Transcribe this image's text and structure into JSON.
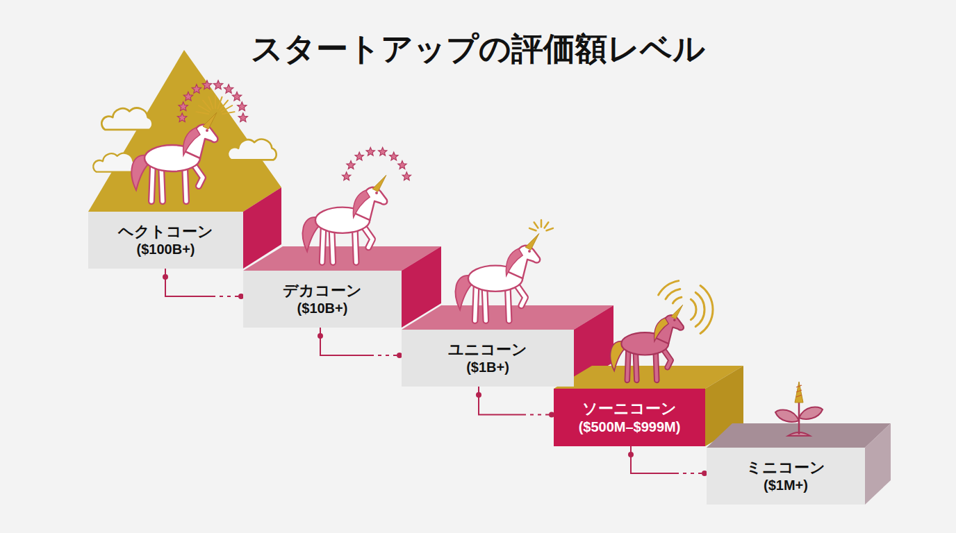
{
  "diagram": {
    "title": "スタートアップの評価額レベル",
    "nodes": [
      {
        "text": [
          "ヘクトコーン",
          "($100B+)"
        ]
      },
      {
        "text": [
          "デカコーン",
          "($10B+)"
        ]
      },
      {
        "text": [
          "ユニコーン",
          "($1B+)"
        ]
      },
      {
        "text": [
          "ソーニコーン",
          "($500M–$999M)"
        ]
      },
      {
        "text": [
          "ミニコーン",
          "($1M+)"
        ]
      }
    ],
    "edges": [
      {
        "from": 0,
        "to": 1,
        "arrow": "none"
      },
      {
        "from": 1,
        "to": 2,
        "arrow": "none"
      },
      {
        "from": 2,
        "to": 3,
        "arrow": "none"
      },
      {
        "from": 3,
        "to": 4,
        "arrow": "none"
      }
    ]
  }
}
